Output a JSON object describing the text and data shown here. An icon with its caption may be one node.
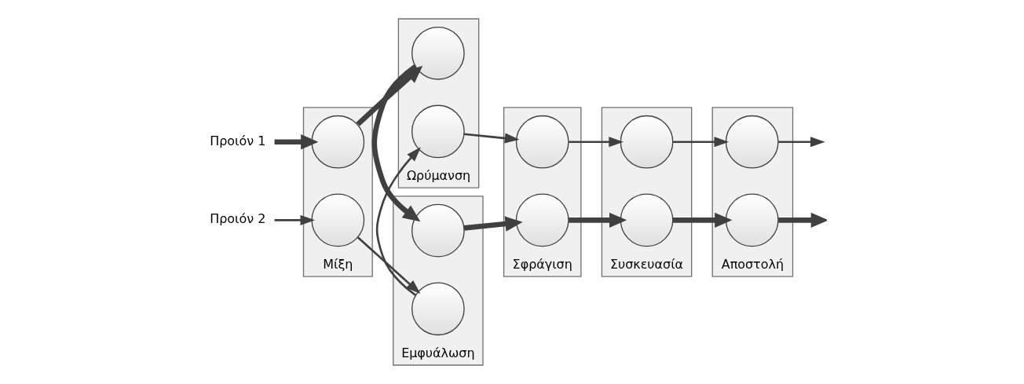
{
  "diagram": {
    "nodes": [
      {
        "text": [
          "Προιόν 1"
        ]
      },
      {
        "text": [
          "Μίξη"
        ]
      },
      {
        "text": [],
        "shape": "circle",
        "in": 1
      },
      {
        "text": [],
        "shape": "circle",
        "in": 1
      },
      {
        "text": [
          "Ωρύμανση"
        ]
      },
      {
        "text": [],
        "shape": "circle",
        "in": 4
      },
      {
        "text": [],
        "shape": "circle",
        "in": 4
      },
      {
        "text": [
          "Εμφυάλωση"
        ]
      },
      {
        "text": [],
        "shape": "circle",
        "in": 7
      },
      {
        "text": [],
        "shape": "circle",
        "in": 7
      },
      {
        "text": [
          "Προιόν 2"
        ]
      },
      {
        "text": [
          "Αποστολή"
        ]
      },
      {
        "text": [],
        "shape": "circle",
        "in": 11
      },
      {
        "text": [],
        "shape": "circle",
        "in": 11
      },
      {
        "text": [
          "Συσκευασία"
        ]
      },
      {
        "text": [],
        "shape": "circle",
        "in": 14
      },
      {
        "text": [],
        "shape": "circle",
        "in": 14
      },
      {
        "text": [
          "Σφράγιση"
        ]
      },
      {
        "text": [],
        "shape": "circle",
        "in": 17
      },
      {
        "text": [],
        "shape": "circle",
        "in": 17
      }
    ],
    "edges": [
      {
        "from": 0,
        "to": 2,
        "arrow": "to",
        "style": "thick"
      },
      {
        "from": 2,
        "to": 5,
        "arrow": "to",
        "style": "thick"
      },
      {
        "from": 5,
        "to": 8,
        "arrow": "to",
        "style": "thick"
      },
      {
        "from": 8,
        "to": 19,
        "arrow": "to",
        "style": "thick"
      },
      {
        "from": 19,
        "to": 16,
        "arrow": "to",
        "style": "thick"
      },
      {
        "from": 16,
        "to": 13,
        "arrow": "to",
        "style": "thick"
      },
      {
        "from": 13,
        "to": null,
        "arrow": "to",
        "style": "thick"
      },
      {
        "from": 10,
        "to": 3,
        "arrow": "to"
      },
      {
        "from": 3,
        "to": 9,
        "arrow": "to"
      },
      {
        "from": 9,
        "to": 6,
        "arrow": "to"
      },
      {
        "from": 6,
        "to": 18,
        "arrow": "to"
      },
      {
        "from": 18,
        "to": 15,
        "arrow": "to"
      },
      {
        "from": 15,
        "to": 12,
        "arrow": "to"
      },
      {
        "from": 12,
        "to": null,
        "arrow": "to"
      }
    ]
  }
}
